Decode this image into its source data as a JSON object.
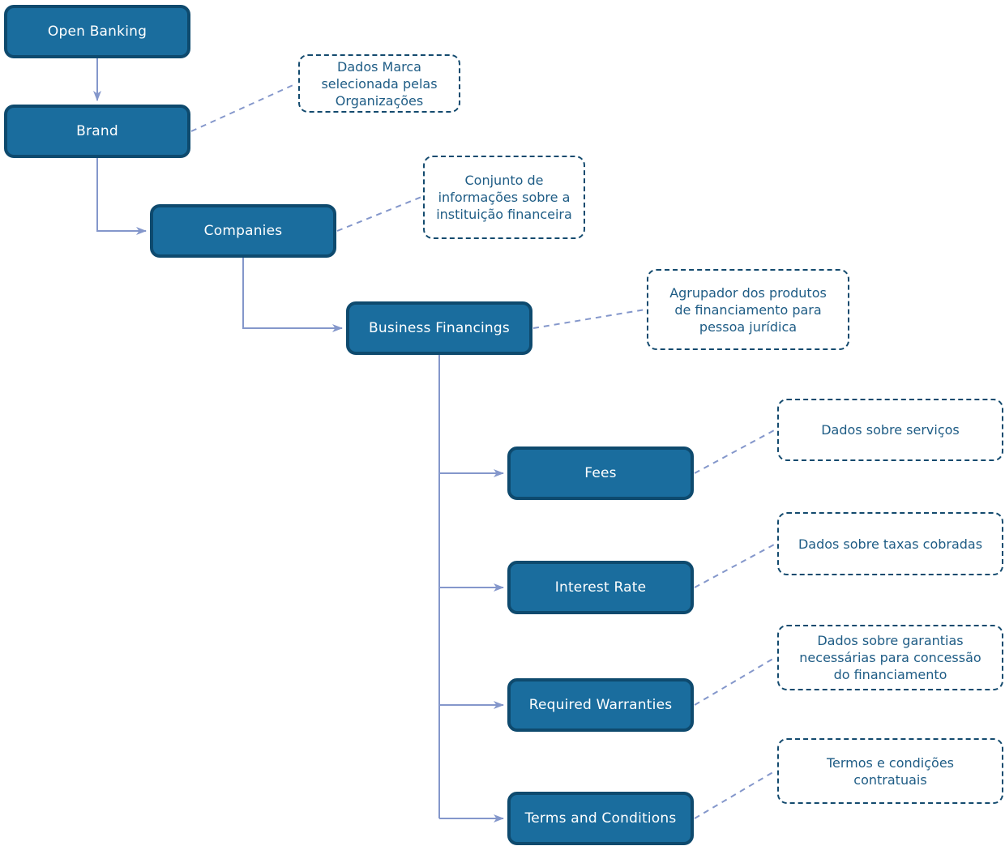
{
  "diagram": {
    "nodes": [
      {
        "id": "open-banking",
        "label": "Open Banking",
        "description": ""
      },
      {
        "id": "brand",
        "label": "Brand",
        "description": "Dados Marca selecionada pelas Organizações"
      },
      {
        "id": "companies",
        "label": "Companies",
        "description": "Conjunto de informações sobre a instituição financeira"
      },
      {
        "id": "business-financings",
        "label": "Business Financings",
        "description": "Agrupador dos produtos de financiamento para pessoa jurídica"
      },
      {
        "id": "fees",
        "label": "Fees",
        "description": "Dados sobre serviços"
      },
      {
        "id": "interest-rate",
        "label": "Interest Rate",
        "description": "Dados sobre taxas cobradas"
      },
      {
        "id": "required-warranties",
        "label": "Required Warranties",
        "description": "Dados sobre garantias necessárias para concessão do financiamento"
      },
      {
        "id": "terms-and-conditions",
        "label": "Terms and Conditions",
        "description": "Termos e condições contratuais"
      }
    ],
    "edges": [
      {
        "from": "Open Banking",
        "to": "Brand"
      },
      {
        "from": "Brand",
        "to": "Companies"
      },
      {
        "from": "Companies",
        "to": "Business Financings"
      },
      {
        "from": "Business Financings",
        "to": "Fees"
      },
      {
        "from": "Business Financings",
        "to": "Interest Rate"
      },
      {
        "from": "Business Financings",
        "to": "Required Warranties"
      },
      {
        "from": "Business Financings",
        "to": "Terms and Conditions"
      }
    ],
    "colors": {
      "node_fill": "#1A6D9E",
      "node_border": "#0E4A6E",
      "node_text": "#FFFFFF",
      "annotation_border": "#134A6E",
      "annotation_text": "#1E5C85",
      "connector": "#8497CB"
    }
  }
}
